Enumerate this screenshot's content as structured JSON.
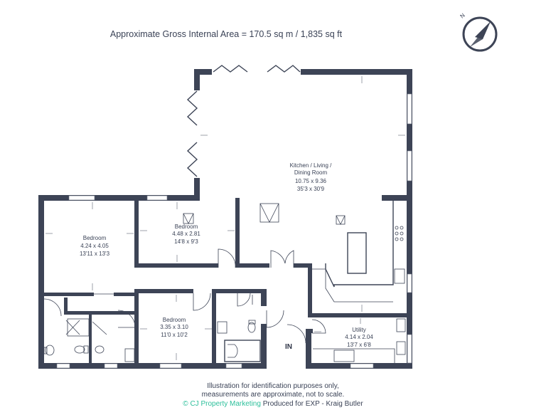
{
  "header": {
    "area_text": "Approximate Gross Internal Area = 170.5 sq m / 1,835 sq ft"
  },
  "compass": {
    "north_label": "N"
  },
  "rooms": {
    "kitchen": {
      "name_1": "Kitchen / Living /",
      "name_2": "Dining Room",
      "metric": "10.75 x 9.36",
      "imperial": "35'3 x 30'9"
    },
    "bedroom_left": {
      "name": "Bedroom",
      "metric": "4.24 x 4.05",
      "imperial": "13'11 x 13'3"
    },
    "bedroom_mid": {
      "name": "Bedroom",
      "metric": "4.48 x 2.81",
      "imperial": "14'8 x 9'3"
    },
    "bedroom_low": {
      "name": "Bedroom",
      "metric": "3.35 x 3.10",
      "imperial": "11'0 x 10'2"
    },
    "utility": {
      "name": "Utility",
      "metric": "4.14 x 2.04",
      "imperial": "13'7 x 6'8"
    }
  },
  "entrance_label": "IN",
  "footer": {
    "line1": "Illustration for identification purposes only,",
    "line2": "measurements are approximate, not to scale.",
    "brand_icon": "copyright-icon",
    "brand": "© CJ Property Marketing",
    "produced_for": "Produced for EXP - Kraig Butler"
  },
  "colors": {
    "wall": "#3d4456",
    "text": "#3a4256",
    "brand": "#2bbf9a"
  }
}
